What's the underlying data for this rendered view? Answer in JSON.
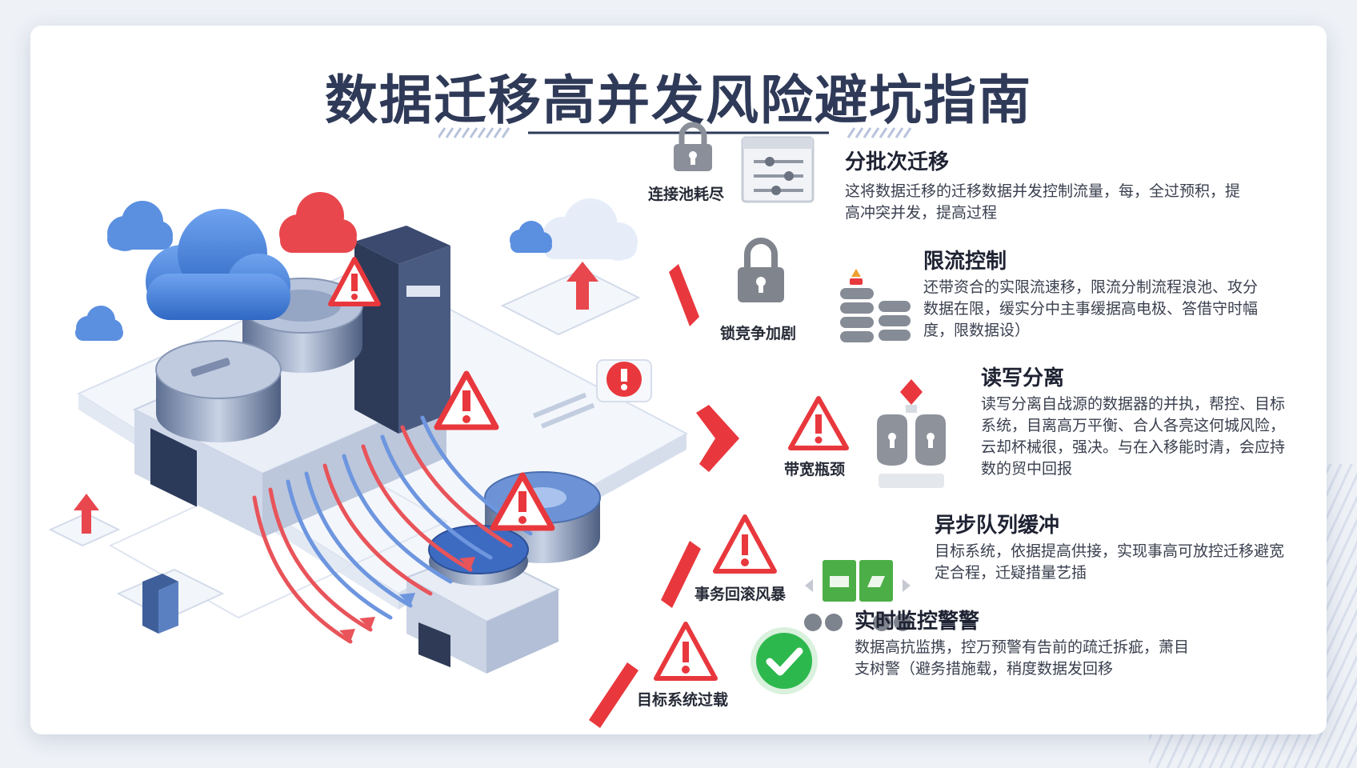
{
  "title": "数据迁移高并发风险避坑指南",
  "risks": [
    "连接池耗尽",
    "锁竞争加剧",
    "带宽瓶颈",
    "事务回滚风暴",
    "目标系统过载"
  ],
  "solutions": [
    {
      "title": "分批次迁移",
      "desc": "这将数据迁移的迁移数据并发控制流量，每，全过预积，提高冲突并发，提高过程"
    },
    {
      "title": "限流控制",
      "desc": "还带资合的实限流速移，限流分制流程浪池、攻分数据在限，缓实分中主事缓据高电极、答借守时幅度，限数据设）"
    },
    {
      "title": "读写分离",
      "desc": "读写分离自战源的数据器的并执，帮控、目标系统，目离高万平衡、合人各亮这何城风险，云却杯械很，强决。与在入移能时清，会应持数的贸中回报"
    },
    {
      "title": "异步队列缓冲",
      "desc": "目标系统，依据提高供接，实现事高可放控迁移避宽定合程，迁疑措量艺插"
    },
    {
      "title": "实时监控警警",
      "desc": "数据高抗监携，控万预警有告前的疏迁拆疵，萧目支树警（避务措施载，稍度数据发回移"
    }
  ],
  "colors": {
    "title": "#2f3a58",
    "alert_red": "#e8383d",
    "success_green": "#2db84d",
    "server_blue": "#4f78c9",
    "cloud_blue": "#3f7fd8",
    "queue_green": "#4cae47",
    "icon_gray": "#8a8f99"
  }
}
